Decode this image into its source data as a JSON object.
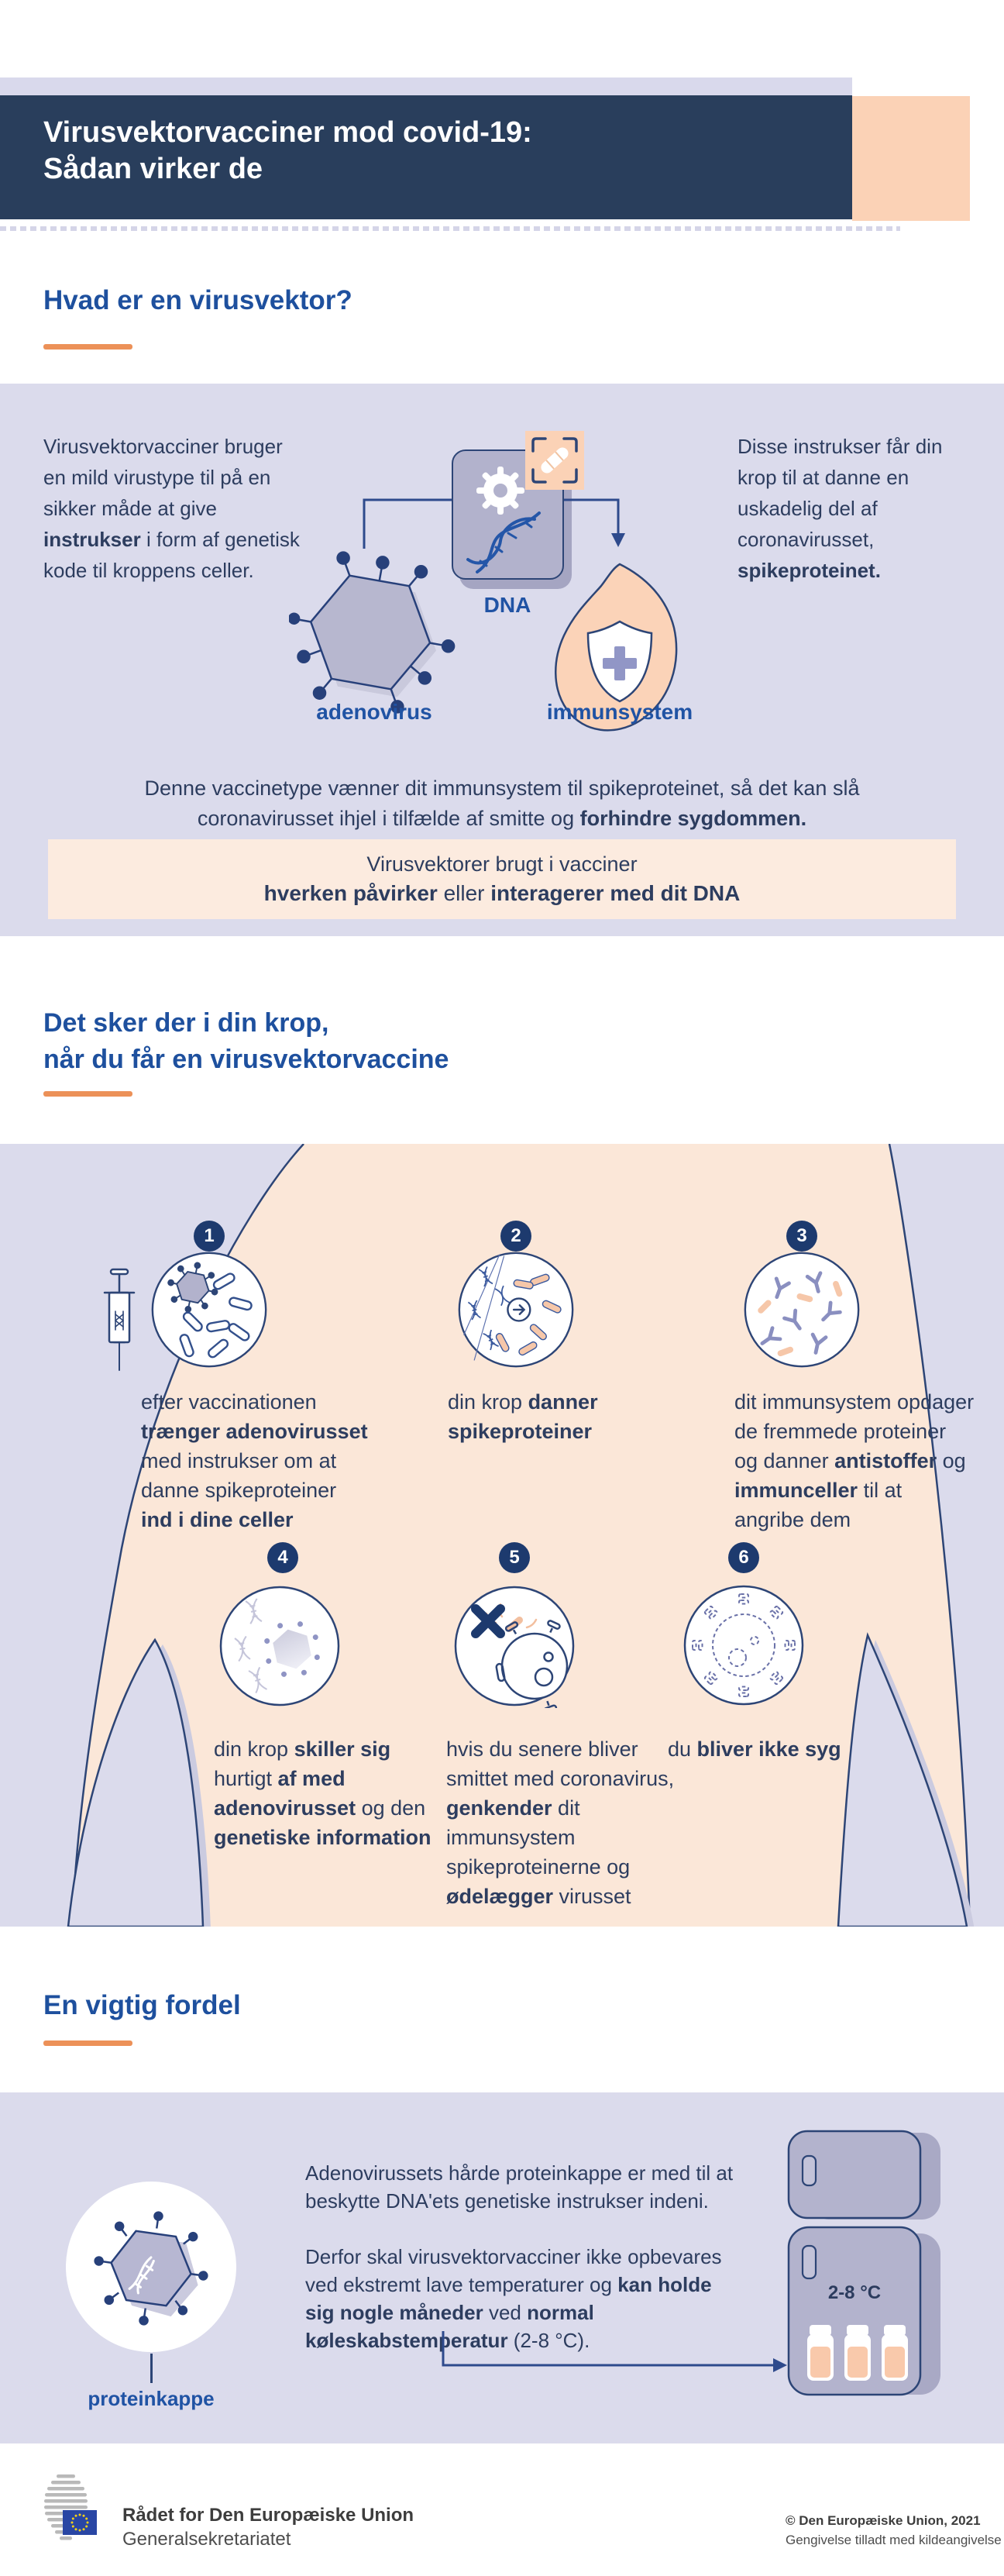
{
  "colors": {
    "navy": "#293e5c",
    "ink": "#2d3d5f",
    "heading_blue": "#1e509e",
    "label_blue": "#2053a4",
    "orange": "#ec9158",
    "lavender": "#dbdbec",
    "peach_strong": "#fbd2b6",
    "peach_light": "#fcebdf",
    "body_peach": "#fbe7d8",
    "badge_navy": "#1d3a6e",
    "outline_navy": "#2d4576"
  },
  "banner": {
    "line1": "Virusvektorvacciner mod covid-19:",
    "line2": "Sådan virker de"
  },
  "sections": {
    "what": {
      "heading": "Hvad er en virusvektor?"
    },
    "how": {
      "heading_line1": "Det sker der i din krop,",
      "heading_line2": "når du får en virusvektorvaccine"
    },
    "benefit_heading": "En vigtig fordel"
  },
  "intro": {
    "left_segs": [
      {
        "t": "Virusvektorvacciner bruger en mild virustype til på en sikker måde at give "
      },
      {
        "t": "instrukser",
        "b": 1
      },
      {
        "t": " i form af genetisk kode til kroppens celler."
      }
    ],
    "right_segs": [
      {
        "t": "Disse instrukser får din krop til at danne en uskadelig del af coronavirusset, "
      },
      {
        "t": "spikeproteinet.",
        "b": 1
      }
    ],
    "labels": {
      "dna": "DNA",
      "adenovirus": "adenovirus",
      "immune": "immunsystem"
    },
    "statement_segs": [
      {
        "t": "Denne vaccinetype vænner dit immunsystem til spikeproteinet, så det kan slå coronavirusset ihjel i tilfælde af smitte og "
      },
      {
        "t": "forhindre sygdommen.",
        "b": 1
      }
    ],
    "box_line1": "Virusvektorer brugt i vacciner",
    "box_line2_segs": [
      {
        "t": "hverken påvirker",
        "b": 1
      },
      {
        "t": " eller "
      },
      {
        "t": "interagerer med dit DNA",
        "b": 1
      }
    ]
  },
  "steps": [
    {
      "num": "1",
      "segs": [
        {
          "t": "efter vaccinationen "
        },
        {
          "t": "trænger adenovirusset",
          "b": 1
        },
        {
          "t": " med instrukser om at danne spikeproteiner "
        },
        {
          "t": "ind i dine celler",
          "b": 1
        }
      ]
    },
    {
      "num": "2",
      "segs": [
        {
          "t": "din krop "
        },
        {
          "t": "danner spikeproteiner",
          "b": 1
        }
      ]
    },
    {
      "num": "3",
      "segs": [
        {
          "t": "dit immunsystem opdager de fremmede proteiner og danner "
        },
        {
          "t": "antistoffer",
          "b": 1
        },
        {
          "t": " og "
        },
        {
          "t": "immunceller",
          "b": 1
        },
        {
          "t": " til at angribe dem"
        }
      ]
    },
    {
      "num": "4",
      "segs": [
        {
          "t": "din krop "
        },
        {
          "t": "skiller sig",
          "b": 1
        },
        {
          "t": " hurtigt "
        },
        {
          "t": "af med adenovirusset",
          "b": 1
        },
        {
          "t": " og den "
        },
        {
          "t": "genetiske information",
          "b": 1
        }
      ]
    },
    {
      "num": "5",
      "segs": [
        {
          "t": "hvis du senere bliver smittet med coronavirus, "
        },
        {
          "t": "genkender",
          "b": 1
        },
        {
          "t": " dit immunsystem spikeproteinerne og "
        },
        {
          "t": "ødelægger",
          "b": 1
        },
        {
          "t": " virusset"
        }
      ]
    },
    {
      "num": "6",
      "segs": [
        {
          "t": "du "
        },
        {
          "t": "bliver ikke syg",
          "b": 1
        }
      ]
    }
  ],
  "benefit": {
    "p1_segs": [
      {
        "t": "Adenovirussets hårde proteinkappe er med til at beskytte DNA'ets genetiske instrukser indeni."
      }
    ],
    "p2_segs": [
      {
        "t": "Derfor skal virusvektorvacciner ikke opbevares ved ekstremt lave temperaturer og "
      },
      {
        "t": "kan holde sig nogle måneder",
        "b": 1
      },
      {
        "t": " ved "
      },
      {
        "t": "normal køleskabstemperatur",
        "b": 1
      },
      {
        "t": " (2-8 °C)."
      }
    ],
    "fridge_temp": "2-8 °C",
    "capsid_label": "proteinkappe"
  },
  "footer": {
    "org_line1": "Rådet for Den Europæiske Union",
    "org_line2": "Generalsekretariatet",
    "copyright_line1": "© Den Europæiske Union, 2021",
    "copyright_line2": "Gengivelse tilladt med kildeangivelse"
  }
}
